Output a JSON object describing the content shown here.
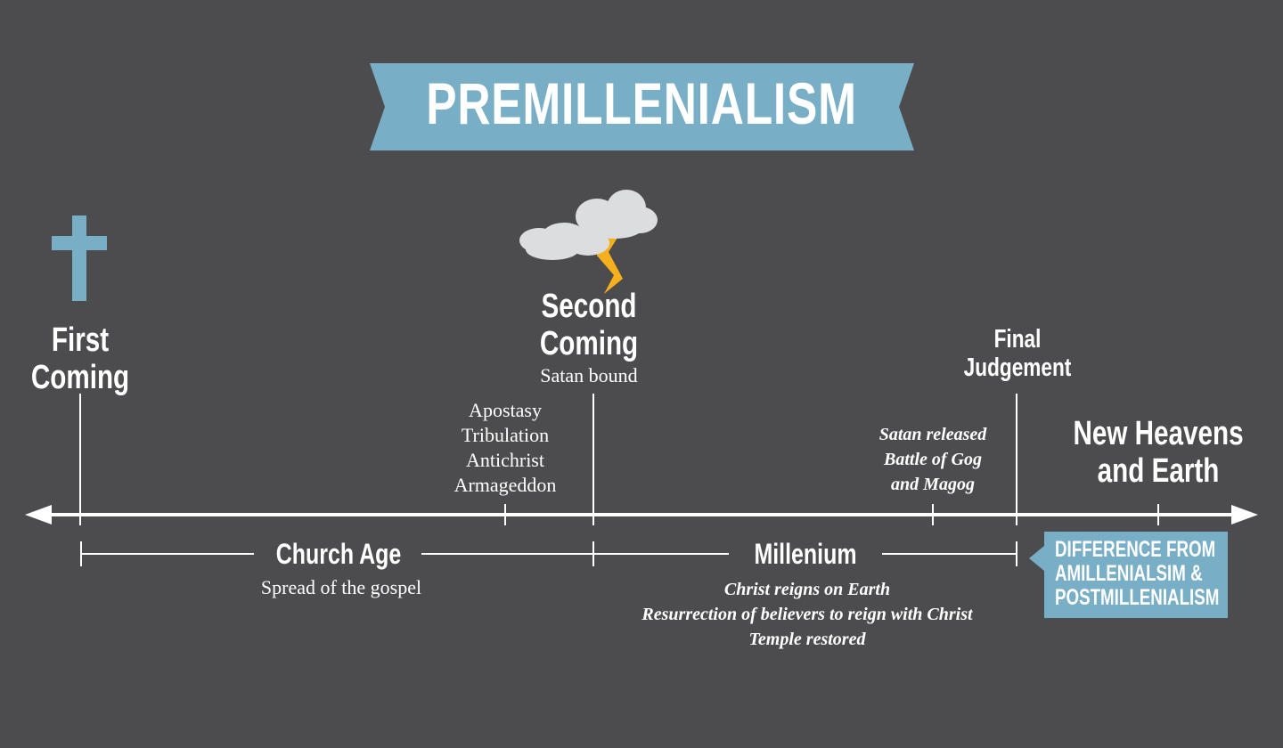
{
  "title": "PREMILLENIALISM",
  "colors": {
    "background": "#4c4c4e",
    "accent": "#78aec6",
    "lightning": "#f6b01e",
    "cloud": "#dcdddf"
  },
  "events": {
    "first_coming": [
      "First",
      "Coming"
    ],
    "second_coming": [
      "Second",
      "Coming"
    ],
    "second_coming_note": "Satan bound",
    "pre_second": [
      "Apostasy",
      "Tribulation",
      "Antichrist",
      "Armageddon"
    ],
    "final_judgement": [
      "Final",
      "Judgement"
    ],
    "pre_final": [
      "Satan released",
      "Battle of Gog",
      "and Magog"
    ],
    "new_heavens": [
      "New Heavens",
      "and Earth"
    ]
  },
  "periods": {
    "church_age": {
      "label": "Church Age",
      "notes": [
        "Spread of the gospel"
      ]
    },
    "millenium": {
      "label": "Millenium",
      "notes": [
        "Christ reigns on Earth",
        "Resurrection of believers to reign with Christ",
        "Temple restored"
      ]
    }
  },
  "callout": [
    "DIFFERENCE FROM",
    "AMILLENIALSIM &",
    "POSTMILLENIALISM"
  ],
  "icons": {
    "first_coming": "cross-icon",
    "second_coming": "storm-cloud-icon"
  }
}
